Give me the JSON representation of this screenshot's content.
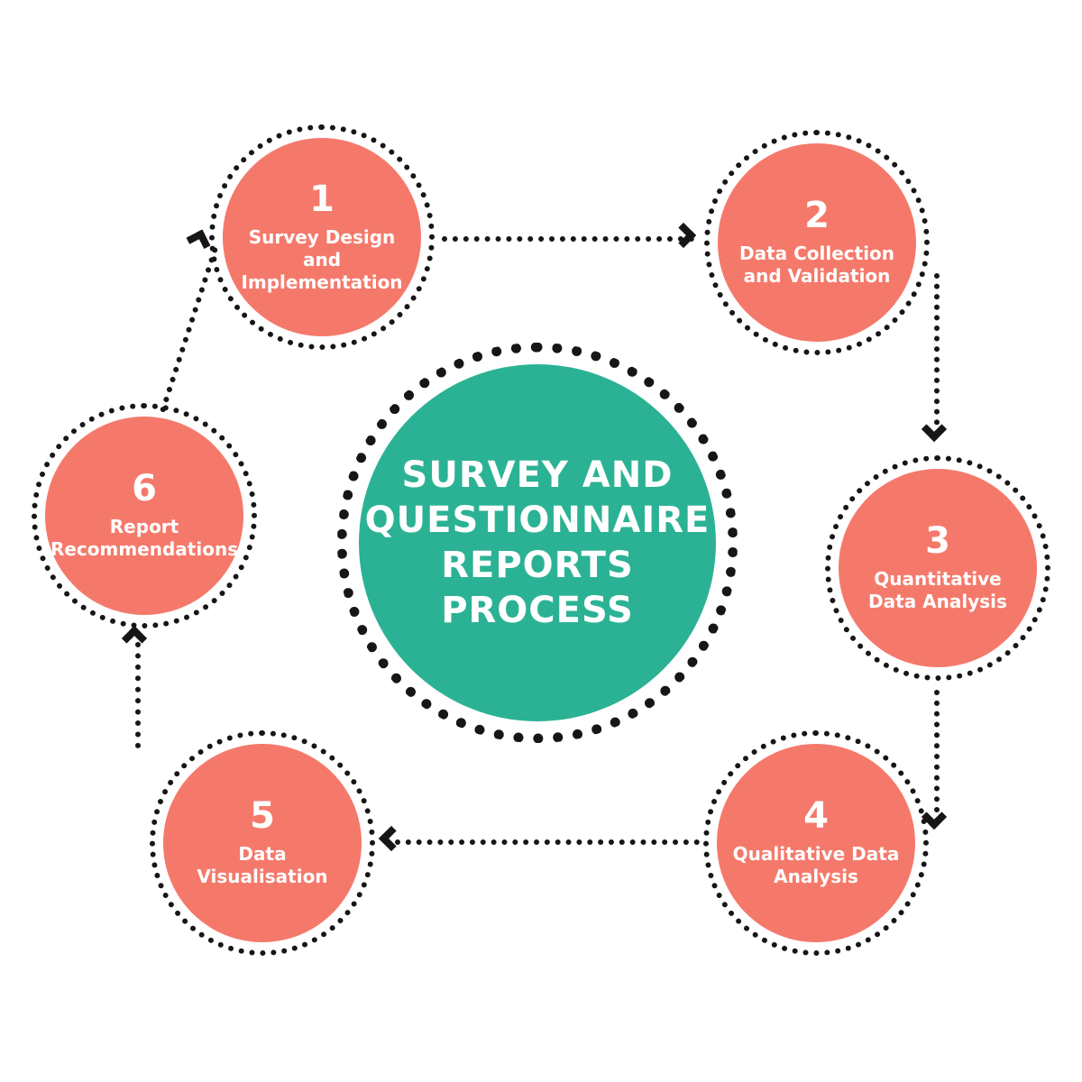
{
  "diagram": {
    "center": {
      "title_lines": [
        "SURVEY AND",
        "QUESTIONNAIRE",
        "REPORTS",
        "PROCESS"
      ]
    },
    "steps": [
      {
        "number": "1",
        "label": "Survey Design and Implementation"
      },
      {
        "number": "2",
        "label": "Data Collection and Validation"
      },
      {
        "number": "3",
        "label": "Quantitative Data Analysis"
      },
      {
        "number": "4",
        "label": "Qualitative Data Analysis"
      },
      {
        "number": "5",
        "label": "Data Visualisation"
      },
      {
        "number": "6",
        "label": "Report Recommendations"
      }
    ],
    "colors": {
      "step_fill": "#F5796B",
      "center_fill": "#2BB294",
      "dots": "#161616",
      "text": "#FFFFFF"
    }
  }
}
